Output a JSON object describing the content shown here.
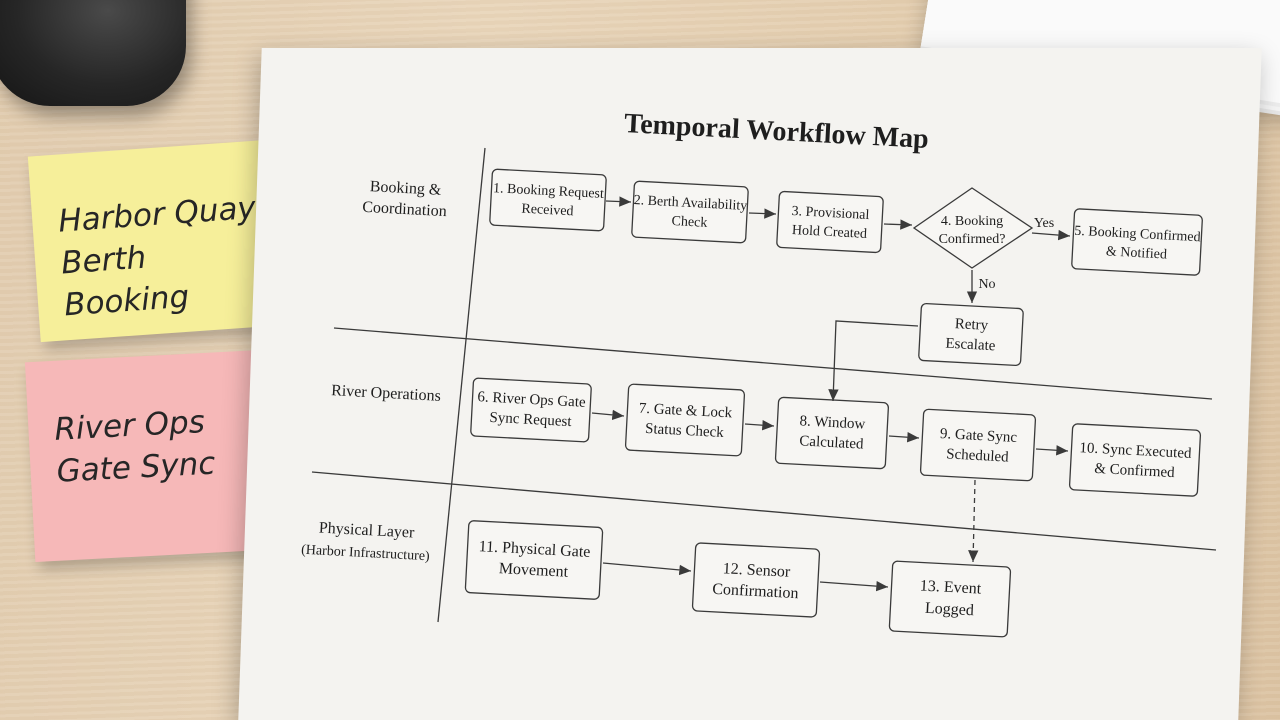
{
  "title": "Temporal Workflow Map",
  "notes": {
    "yellow": [
      "Harbor Quay",
      "Berth Booking"
    ],
    "pink": [
      "River Ops",
      "Gate Sync"
    ]
  },
  "lanes": [
    {
      "lines": [
        "Booking &",
        "Coordination"
      ]
    },
    {
      "lines": [
        "River Operations"
      ]
    },
    {
      "lines": [
        "Physical Layer",
        "(Harbor Infrastructure)"
      ]
    }
  ],
  "nodes": [
    {
      "lines": [
        "1. Booking Request",
        "Received"
      ]
    },
    {
      "lines": [
        "2. Berth Availability",
        "Check"
      ]
    },
    {
      "lines": [
        "3. Provisional",
        "Hold Created"
      ]
    },
    {
      "lines": [
        "4. Booking",
        "Confirmed?"
      ]
    },
    {
      "lines": [
        "5. Booking Confirmed",
        "& Notified"
      ]
    },
    {
      "lines": [
        "Retry",
        "Escalate"
      ]
    },
    {
      "lines": [
        "6. River Ops Gate",
        "Sync Request"
      ]
    },
    {
      "lines": [
        "7. Gate & Lock",
        "Status Check"
      ]
    },
    {
      "lines": [
        "8. Window",
        "Calculated"
      ]
    },
    {
      "lines": [
        "9. Gate Sync",
        "Scheduled"
      ]
    },
    {
      "lines": [
        "10. Sync Executed",
        "& Confirmed"
      ]
    },
    {
      "lines": [
        "11. Physical Gate",
        "Movement"
      ]
    },
    {
      "lines": [
        "12. Sensor",
        "Confirmation"
      ]
    },
    {
      "lines": [
        "13. Event",
        "Logged"
      ]
    }
  ],
  "edge_labels": {
    "yes": "Yes",
    "no": "No"
  }
}
